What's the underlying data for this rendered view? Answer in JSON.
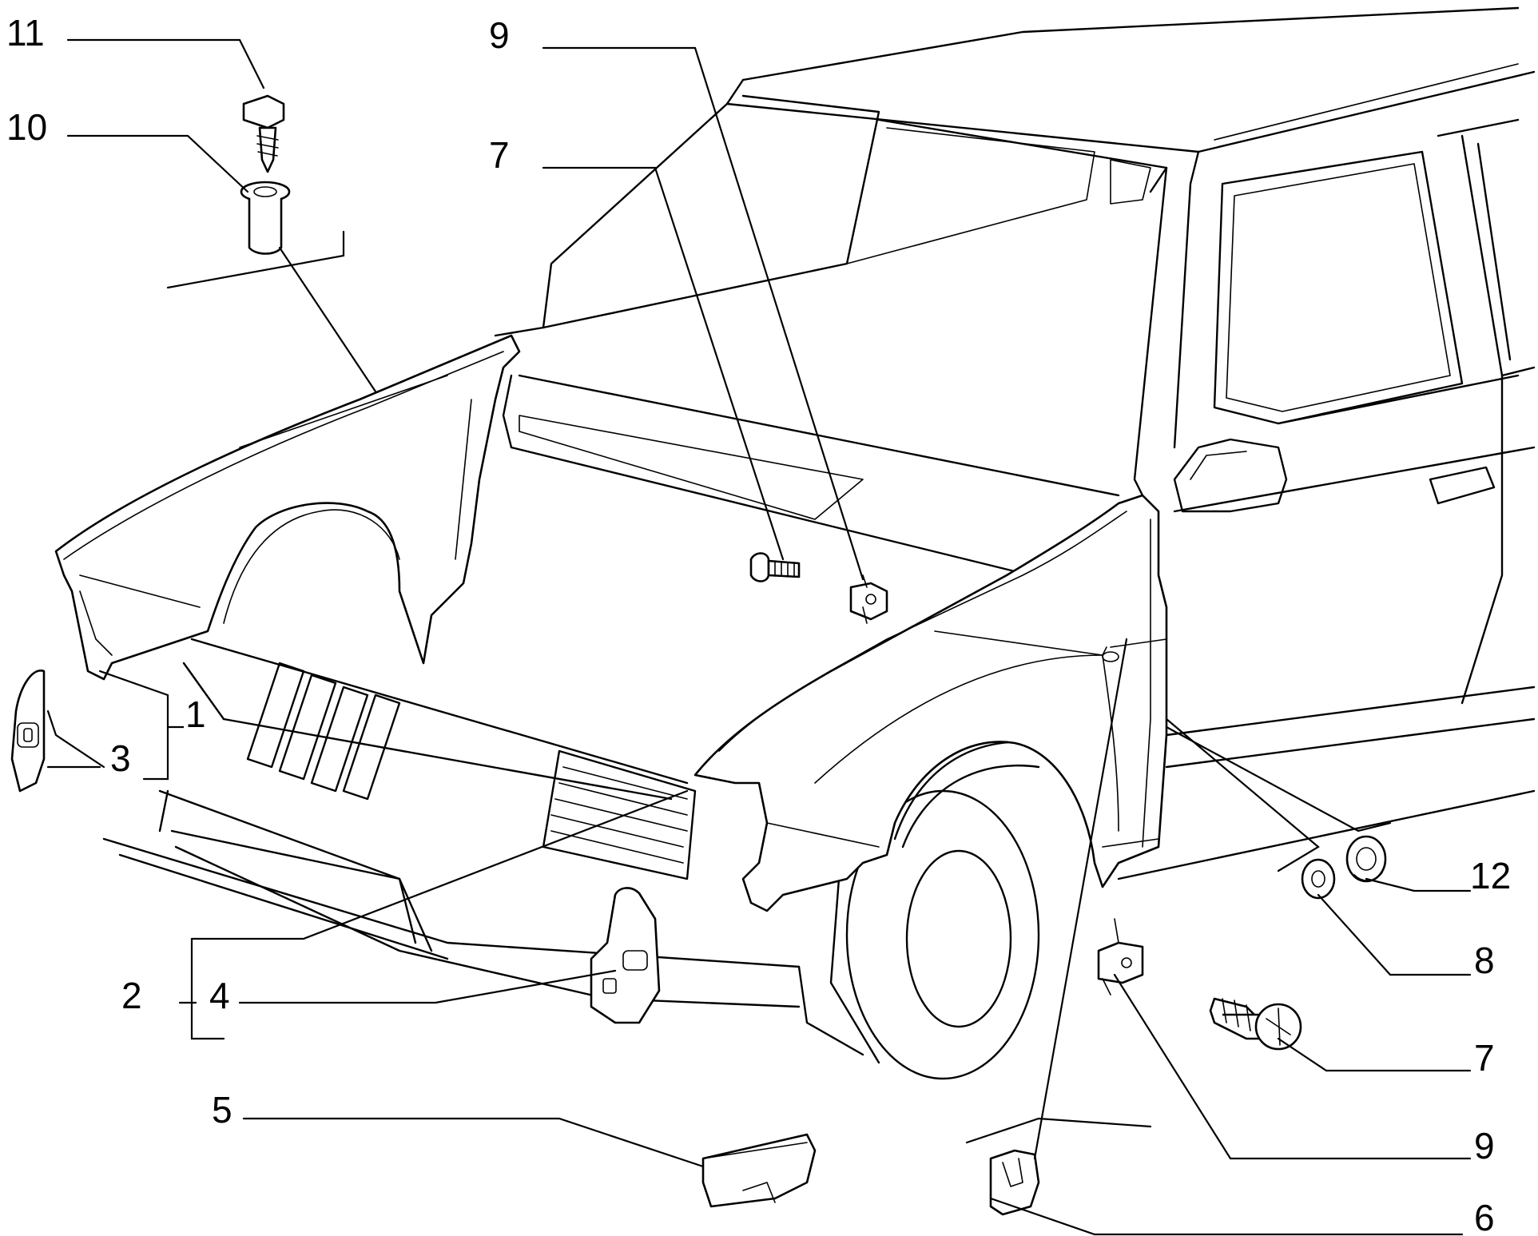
{
  "callouts": [
    {
      "id": "c11",
      "label": "11"
    },
    {
      "id": "c10",
      "label": "10"
    },
    {
      "id": "c9a",
      "label": "9"
    },
    {
      "id": "c7a",
      "label": "7"
    },
    {
      "id": "c1",
      "label": "1"
    },
    {
      "id": "c3",
      "label": "3"
    },
    {
      "id": "c2",
      "label": "2"
    },
    {
      "id": "c4",
      "label": "4"
    },
    {
      "id": "c5",
      "label": "5"
    },
    {
      "id": "c12",
      "label": "12"
    },
    {
      "id": "c8",
      "label": "8"
    },
    {
      "id": "c7b",
      "label": "7"
    },
    {
      "id": "c9b",
      "label": "9"
    },
    {
      "id": "c6",
      "label": "6"
    }
  ]
}
